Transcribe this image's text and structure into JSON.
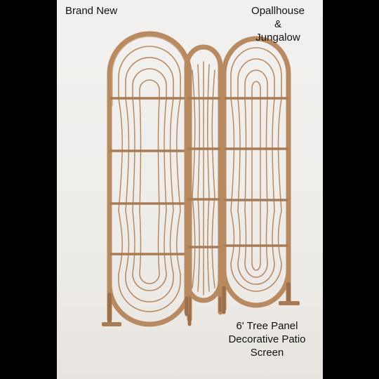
{
  "photo": {
    "caption_condition": "Brand New",
    "brand_lines": [
      "Opallhouse",
      "&",
      "Jungalow"
    ],
    "product_lines": [
      "6' Tree Panel",
      "Decorative Patio",
      "Screen"
    ]
  },
  "colors": {
    "background_frame": "#000000",
    "wall": "#f1efec",
    "rattan": "#b88a62",
    "rattan_dark": "#9c6f4a",
    "text": "#111111"
  },
  "icons": [
    "room-divider-illustration"
  ]
}
